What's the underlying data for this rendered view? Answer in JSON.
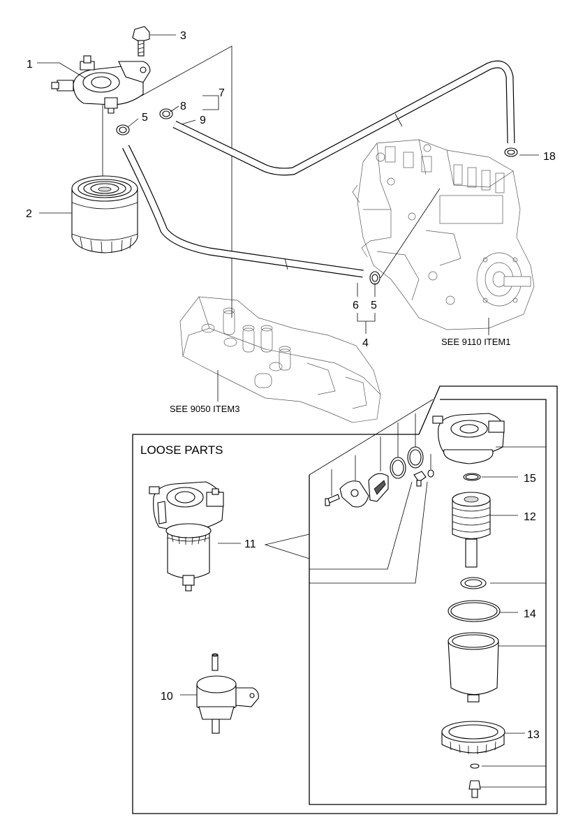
{
  "callouts": {
    "c1": "1",
    "c2": "2",
    "c3": "3",
    "c4": "4",
    "c5a": "5",
    "c5b": "5",
    "c6": "6",
    "c7": "7",
    "c8": "8",
    "c9": "9",
    "c10": "10",
    "c11": "11",
    "c12": "12",
    "c13": "13",
    "c14": "14",
    "c15": "15",
    "c18": "18"
  },
  "references": {
    "pump": "SEE 9110 ITEM1",
    "manifold": "SEE 9050 ITEM3"
  },
  "loose_parts_title": "LOOSE PARTS"
}
